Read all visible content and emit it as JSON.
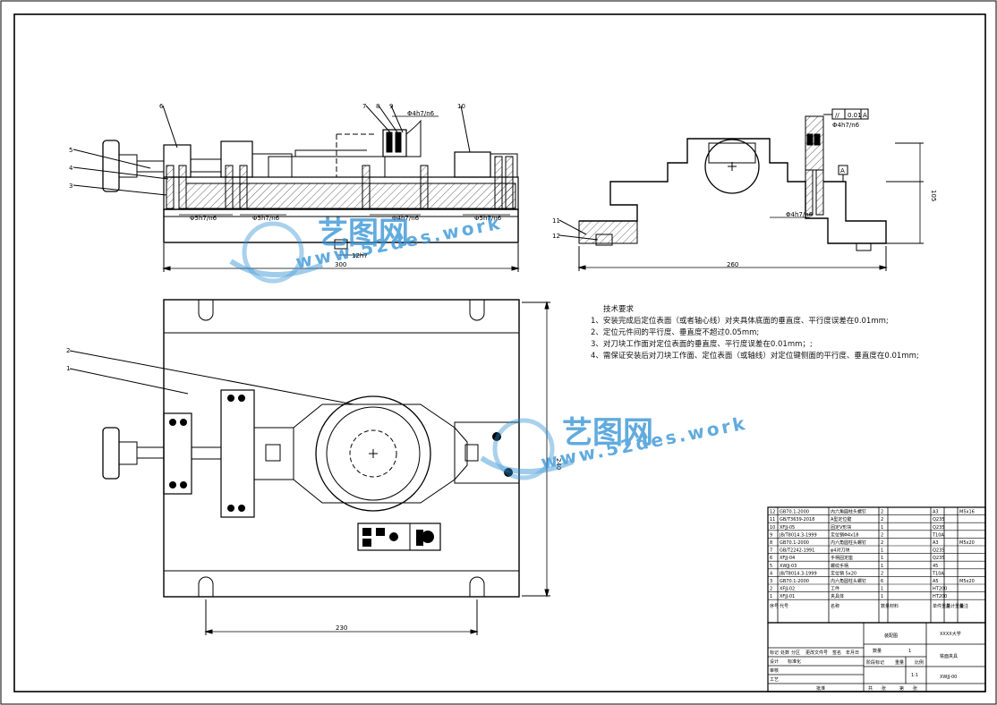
{
  "front_view": {
    "part_labels": [
      "6",
      "5",
      "4",
      "3",
      "7",
      "8",
      "9",
      "10"
    ],
    "fits": [
      "Φ5h7/n6",
      "Φ5h7/n6",
      "Φ4h7/n6",
      "Φ5h7/n6",
      "Φ4h7/n6"
    ],
    "key_fit": "12h7",
    "dim_width": "300"
  },
  "side_view": {
    "part_labels": [
      "11",
      "12"
    ],
    "fit": "Φ4h7/n6",
    "fit_bottom": "Φ4h7/n6",
    "tolerance_sym": "//",
    "tolerance_val": "0.01",
    "datum": "A",
    "dim_height": "105",
    "dim_width": "260"
  },
  "top_view": {
    "part_labels": [
      "2",
      "1"
    ],
    "dim_height": "240",
    "dim_width": "230"
  },
  "tech_requirements": {
    "heading": "技术要求",
    "items": [
      "1、安装完成后定位表面（或者轴心线）对夹具体底面的垂直度、平行度误差在0.01mm;",
      "2、定位元件间的平行度、垂直度不超过0.05mm;",
      "3、对刀块工作面对定位表面的垂直度、平行度误差在0.01mm；;",
      "4、需保证安装后对刀块工作面、定位表面（或轴线）对定位键侧面的平行度、垂直度在0.01mm;"
    ]
  },
  "bom": {
    "rows": [
      [
        "12",
        "GB70.1-2000",
        "内六角圆柱头螺钉",
        "2",
        "",
        "A3",
        "",
        "M5x16"
      ],
      [
        "11",
        "GB/T3639-2018",
        "A型定位键",
        "2",
        "",
        "Q235",
        "",
        ""
      ],
      [
        "10",
        "XFJJ-05",
        "固定V形块",
        "1",
        "",
        "Q235",
        "",
        ""
      ],
      [
        "9",
        "JB/T8014.3-1999",
        "定位销Φ4x18",
        "2",
        "",
        "T10A",
        "",
        ""
      ],
      [
        "8",
        "GB70.1-2000",
        "内六角圆柱头螺钉",
        "2",
        "",
        "A3",
        "",
        "M5x20"
      ],
      [
        "7",
        "GB/T2242-1991",
        "φ4对刀块",
        "1",
        "",
        "Q235",
        "",
        ""
      ],
      [
        "6",
        "XFJJ-04",
        "手柄固定座",
        "1",
        "",
        "Q235",
        "",
        ""
      ],
      [
        "5",
        "XWJJ-03",
        "螺纹手柄",
        "1",
        "",
        "45",
        "",
        ""
      ],
      [
        "4",
        "JB/T8014.3-1999",
        "定位销 5x20",
        "2",
        "",
        "T10A",
        "",
        ""
      ],
      [
        "3",
        "GB70.1-2000",
        "内六角圆柱头螺钉",
        "6",
        "",
        "A5",
        "",
        "M5x20"
      ],
      [
        "2",
        "XFJJ-02",
        "工件",
        "1",
        "",
        "HT200",
        "",
        ""
      ],
      [
        "1",
        "XFJJ-01",
        "夹具体",
        "1",
        "",
        "HT200",
        "",
        ""
      ]
    ],
    "header": [
      "序号",
      "代号",
      "名称",
      "数量",
      "材料",
      "单件重量",
      "总计重量",
      "备注"
    ]
  },
  "title_block": {
    "school": "XXXX大学",
    "assembly_label": "装配图",
    "drawing_name": "铣面夹具",
    "drawing_no": "XWJJ-00",
    "quantity_label": "数量",
    "quantity": "1",
    "scale_label": "比例",
    "scale": "1:1",
    "stage_label": "阶段标记",
    "weight_label": "重量",
    "row_labels": [
      "标记",
      "处数",
      "分区",
      "更改文件号",
      "签名",
      "年月日"
    ],
    "left_labels": [
      "设计",
      "标准化",
      "审核",
      "工艺",
      "批准"
    ],
    "sheet_labels": [
      "共",
      "张",
      "第",
      "张"
    ]
  },
  "watermark": {
    "brand": "艺图网",
    "url": "www.52des.work"
  }
}
